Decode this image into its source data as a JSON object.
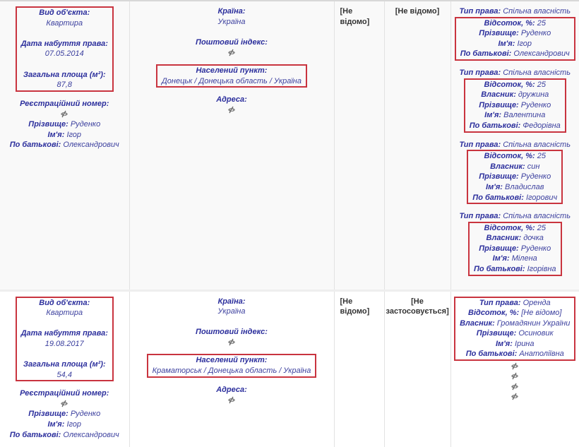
{
  "labels": {
    "object_type": "Вид об'єкта:",
    "acq_date": "Дата набуття права:",
    "area": "Загальна площа (м²):",
    "reg_num": "Реєстраційний номер:",
    "surname": "Прізвище:",
    "name": "Ім'я:",
    "patronymic": "По батькові:",
    "country": "Країна:",
    "postcode": "Поштовий індекс:",
    "locality": "Населений пункт:",
    "address": "Адреса:",
    "right_type": "Тип права:",
    "percent": "Відсоток, %:",
    "owner": "Власник:"
  },
  "icons": {
    "hidden": "eye-slash-icon"
  },
  "colors": {
    "label": "#2b2e9c",
    "highlight_border": "#c9343f"
  },
  "rows": [
    {
      "object_type": "Квартира",
      "acq_date": "07.05.2014",
      "area": "87,8",
      "surname": "Руденко",
      "name": "Ігор",
      "patronymic": "Олександрович",
      "country": "Україна",
      "locality": "Донецьк / Донецька область / Україна",
      "col3": "[Не відомо]",
      "col4": "[Не відомо]",
      "rights": [
        {
          "right_type": "Спільна власність",
          "percent": "25",
          "surname": "Руденко",
          "name": "Ігор",
          "patronymic": "Олександрович"
        },
        {
          "right_type": "Спільна власність",
          "percent": "25",
          "owner": "дружина",
          "surname": "Руденко",
          "name": "Валентина",
          "patronymic": "Федорівна"
        },
        {
          "right_type": "Спільна власність",
          "percent": "25",
          "owner": "син",
          "surname": "Руденко",
          "name": "Владислав",
          "patronymic": "Ігорович"
        },
        {
          "right_type": "Спільна власність",
          "percent": "25",
          "owner": "дочка",
          "surname": "Руденко",
          "name": "Мілена",
          "patronymic": "Ігорівна"
        }
      ]
    },
    {
      "object_type": "Квартира",
      "acq_date": "19.08.2017",
      "area": "54,4",
      "surname": "Руденко",
      "name": "Ігор",
      "patronymic": "Олександрович",
      "country": "Україна",
      "locality": "Краматорськ / Донецька область / Україна",
      "col3": "[Не відомо]",
      "col4": "[Не застосовується]",
      "rights": [
        {
          "right_type": "Оренда",
          "percent": "[Не відомо]",
          "owner": "Громадянин України",
          "surname": "Осиновик",
          "name": "Ірина",
          "patronymic": "Анатоліївна"
        }
      ]
    }
  ]
}
